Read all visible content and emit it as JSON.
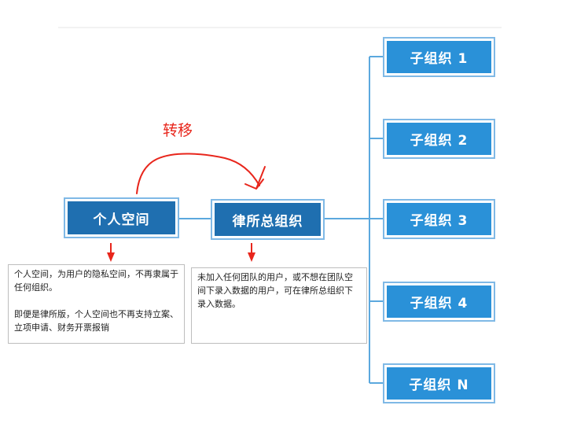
{
  "diagram": {
    "transfer_label": "转移",
    "personal_space": "个人空间",
    "firm_main_org": "律所总组织",
    "sub_orgs": [
      "子组织 1",
      "子组织 2",
      "子组织 3",
      "子组织 4",
      "子组织 N"
    ],
    "personal_note": "个人空间，为用户的隐私空间，不再隶属于任何组织。\n\n即便是律所版，个人空间也不再支持立案、立项申请、财务开票报销",
    "firm_note": "未加入任何团队的用户，或不想在团队空间下录入数据的用户，可在律所总组织下录入数据。"
  },
  "colors": {
    "node_dark": "#1f6fb0",
    "node_light": "#2a91d8",
    "node_border": "#7fb9e6",
    "connector": "#5ba8de",
    "annotation_red": "#e8261c"
  }
}
